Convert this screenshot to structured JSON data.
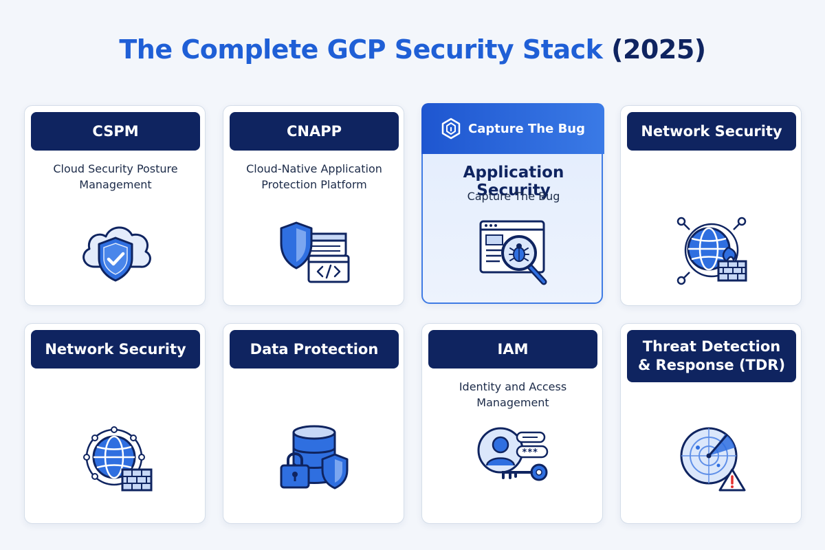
{
  "title": {
    "main": "The Complete GCP Security Stack",
    "year": "(2025)"
  },
  "accent_color": "#1f5fd6",
  "navy_color": "#0f2460",
  "cards": [
    {
      "header": "CSPM",
      "subtitle_line1": "Cloud Security Posture",
      "subtitle_line2": "Management",
      "icon": "cloud-shield-check-icon"
    },
    {
      "header": "CNAPP",
      "subtitle_line1": "Cloud-Native Application",
      "subtitle_line2": "Protection Platform",
      "icon": "shield-code-window-icon"
    },
    {
      "brand": "Capture The Bug",
      "header": "Application Security",
      "subtitle_line1": "Capture The Bug",
      "icon": "browser-bug-magnifier-icon"
    },
    {
      "header": "Network Security",
      "icon": "globe-firewall-icon"
    },
    {
      "header": "Network Security",
      "icon": "globe-nodes-firewall-icon"
    },
    {
      "header": "Data Protection",
      "icon": "database-lock-shield-icon"
    },
    {
      "header": "IAM",
      "subtitle_line1": "Identity and Access",
      "subtitle_line2": "Management",
      "icon": "user-key-password-icon"
    },
    {
      "header_line1": "Threat Detection",
      "header_line2": "& Response (TDR)",
      "icon": "radar-warning-icon"
    }
  ]
}
